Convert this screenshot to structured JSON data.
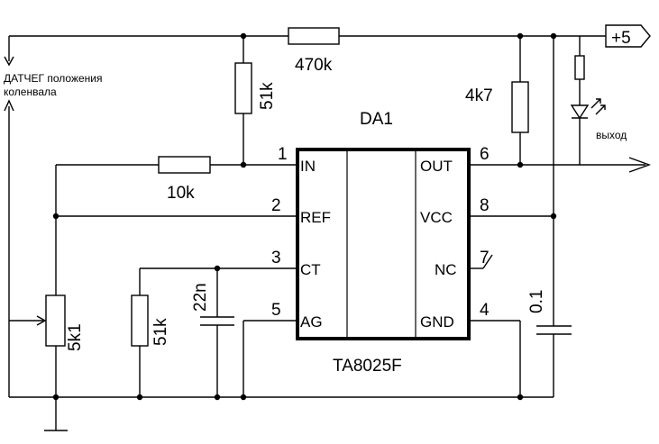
{
  "ic": {
    "ref": "DA1",
    "part": "TA8025F",
    "pins_left": [
      {
        "num": "1",
        "name": "IN"
      },
      {
        "num": "2",
        "name": "REF"
      },
      {
        "num": "3",
        "name": "CT"
      },
      {
        "num": "5",
        "name": "AG"
      }
    ],
    "pins_right": [
      {
        "num": "6",
        "name": "OUT"
      },
      {
        "num": "8",
        "name": "VCC"
      },
      {
        "num": "7",
        "name": "NC"
      },
      {
        "num": "4",
        "name": "GND"
      }
    ]
  },
  "components": {
    "r_top": "470k",
    "r_pullup_in": "51k",
    "r_in": "10k",
    "r_ref": "5k1",
    "r_ct": "51k",
    "c_ct": "22n",
    "r_out": "4k7",
    "c_vcc": "0.1"
  },
  "labels": {
    "power": "+5",
    "sensor_line1": "ДАТЧЕГ положения",
    "sensor_line2": "коленвала",
    "output": "выход"
  },
  "icons": [
    "led-icon",
    "ground-icon",
    "arrow-icon"
  ]
}
